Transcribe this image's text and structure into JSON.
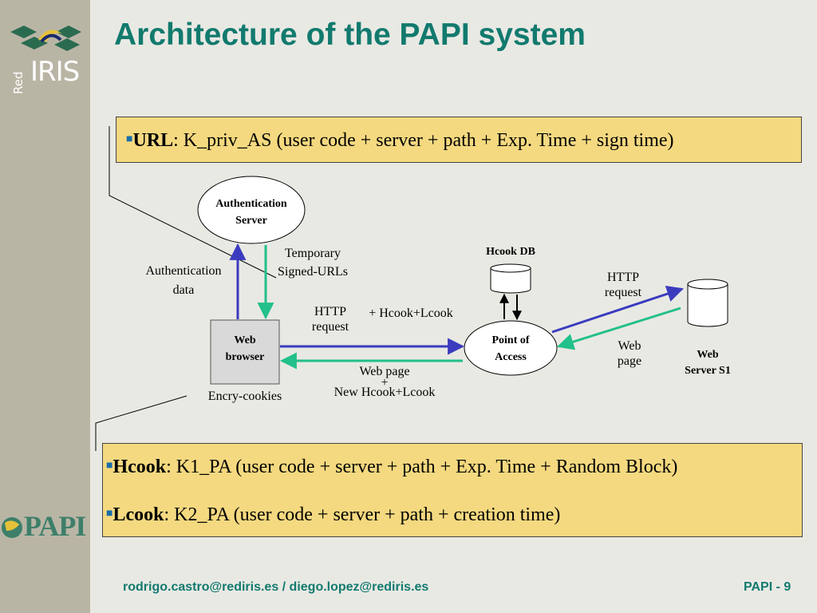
{
  "colors": {
    "title": "#127a6e",
    "sidebar": "#b9b5a5",
    "highlight_box": "#f5d980",
    "arrow_blue": "#3b3bbf",
    "arrow_green": "#22c08a",
    "bullet": "#1a6ea8"
  },
  "sidebar": {
    "logo_top": {
      "main": "IRIS",
      "prefix": "Red"
    },
    "logo_bottom": "PAPI"
  },
  "title": "Architecture of the PAPI system",
  "url_box": {
    "term": "URL",
    "text": ": K_priv_AS (user code + server + path + Exp. Time + sign time)"
  },
  "cookie_box": {
    "hcook": {
      "term": "Hcook",
      "text": ": K1_PA (user code + server + path + Exp. Time + Random Block)"
    },
    "lcook": {
      "term": "Lcook",
      "text": ": K2_PA (user code + server + path + creation time)"
    }
  },
  "diagram": {
    "nodes": {
      "auth_server": [
        "Authentication",
        "Server"
      ],
      "web_browser": [
        "Web",
        "browser"
      ],
      "point_of_access": [
        "Point of",
        "Access"
      ],
      "hcook_db": "Hcook DB",
      "web_server": [
        "Web",
        "Server S1"
      ]
    },
    "labels": {
      "auth_data": [
        "Authentication",
        "data"
      ],
      "temp_urls": [
        "Temporary",
        "Signed-URLs"
      ],
      "http_request_1": [
        "HTTP",
        "request"
      ],
      "hcook_lcook": "+ Hcook+Lcook",
      "web_page_1": [
        "Web page",
        "+",
        "New Hcook+Lcook"
      ],
      "http_request_2": [
        "HTTP",
        "request"
      ],
      "web_page_2": [
        "Web",
        "page"
      ],
      "encry_cookies": "Encry-cookies"
    }
  },
  "footer": {
    "emails": "rodrigo.castro@rediris.es  /  diego.lopez@rediris.es",
    "page": "PAPI - 9"
  }
}
